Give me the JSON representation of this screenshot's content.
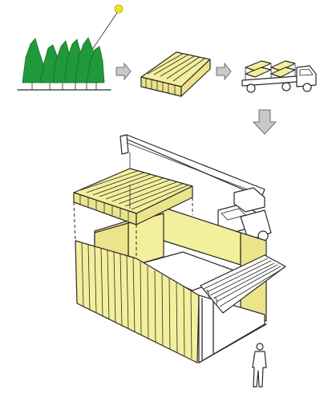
{
  "diagram": {
    "stages": [
      "forest",
      "lumber-board",
      "transport-truck",
      "crane-assembly",
      "finished-box-structure"
    ],
    "colors": {
      "wood": "#f4ef9c",
      "tree": "#1f9a3a",
      "arrow": "#c9c9c9",
      "sun": "#f3e21f",
      "ink": "#2a2a2a"
    }
  }
}
